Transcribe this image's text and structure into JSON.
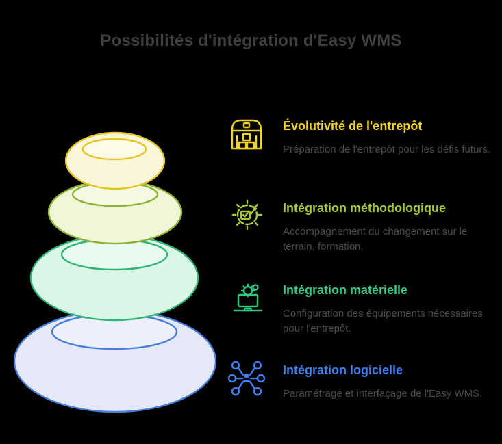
{
  "page": {
    "background": "#000000",
    "title": "Possibilités d'intégration d'Easy WMS",
    "title_color": "#3f3f3f",
    "description_color": "#4b4b4b"
  },
  "items": [
    {
      "id": "warehouse-scalability",
      "icon": "warehouse-icon",
      "title": "Évolutivité de l'entrepôt",
      "description": "Préparation de l'entrepôt pour les défis futurs.",
      "accent": "#f2d41c"
    },
    {
      "id": "methodological-integration",
      "icon": "target-gear-icon",
      "title": "Intégration méthodologique",
      "description": "Accompagnement du changement sur le terrain, formation.",
      "accent": "#a6c831"
    },
    {
      "id": "hardware-integration",
      "icon": "laptop-gear-icon",
      "title": "Intégration matérielle",
      "description": "Configuration des équipements nécessaires pour l'entrepôt.",
      "accent": "#2ecc82"
    },
    {
      "id": "software-integration",
      "icon": "network-nodes-icon",
      "title": "Intégration logicielle",
      "description": "Paramétrage et interfaçage de l'Easy WMS.",
      "accent": "#3e7ef2"
    }
  ],
  "stones": [
    {
      "name": "stone-bottom-software",
      "stroke": "#4a7fd9",
      "fill": "#e5e8f7",
      "inner_fill": "#edeffa"
    },
    {
      "name": "stone-hardware",
      "stroke": "#2eb577",
      "fill": "#dbf6e7",
      "inner_fill": "#e9faf1"
    },
    {
      "name": "stone-methodology",
      "stroke": "#8db334",
      "fill": "#f1f6d9",
      "inner_fill": "#f6fae4"
    },
    {
      "name": "stone-top-scalability",
      "stroke": "#e3c522",
      "fill": "#fbf6d9",
      "inner_fill": "#fdfae8"
    }
  ]
}
